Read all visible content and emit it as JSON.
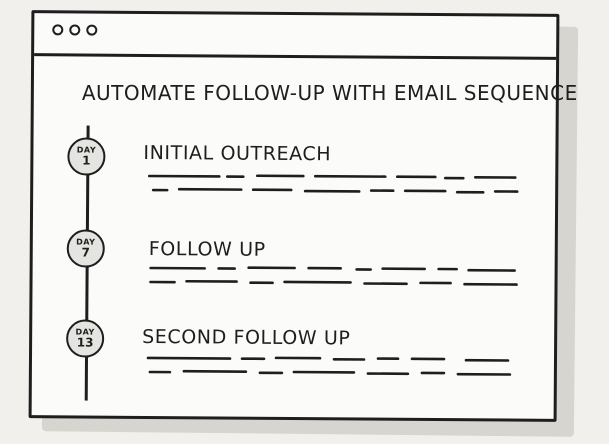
{
  "window": {
    "controls": [
      "window-dot",
      "window-dot",
      "window-dot"
    ]
  },
  "heading": "AUTOMATE FOLLOW-UP WITH EMAIL SEQUENCE",
  "steps": [
    {
      "day_label": "DAY",
      "day_number": "1",
      "title": "INITIAL OUTREACH"
    },
    {
      "day_label": "DAY",
      "day_number": "7",
      "title": "FOLLOW UP"
    },
    {
      "day_label": "DAY",
      "day_number": "13",
      "title": "SECOND FOLLOW UP"
    }
  ]
}
